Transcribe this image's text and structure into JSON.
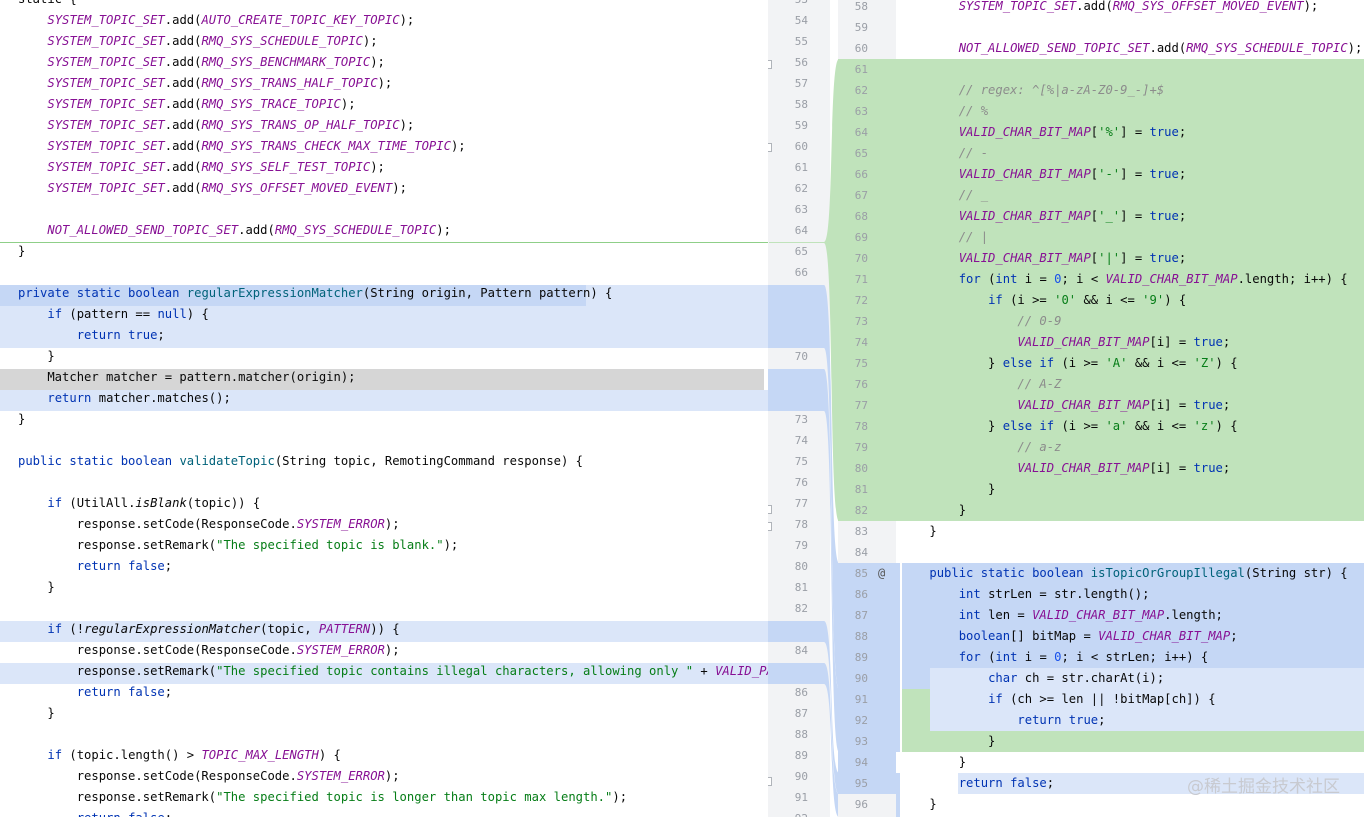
{
  "colors": {
    "added": "#c0e3bb",
    "changed": "#dbe6f9",
    "changed_strong": "#c5d7f5",
    "current_line": "#d6d6d6",
    "gutter": "#f2f3f5"
  },
  "left": {
    "first_number": 53,
    "lines": [
      [
        [
          "plain",
          "static {"
        ]
      ],
      [
        [
          "plain",
          "    "
        ],
        [
          "const",
          "SYSTEM_TOPIC_SET"
        ],
        [
          "plain",
          ".add("
        ],
        [
          "const",
          "AUTO_CREATE_TOPIC_KEY_TOPIC"
        ],
        [
          "plain",
          ");"
        ]
      ],
      [
        [
          "plain",
          "    "
        ],
        [
          "const",
          "SYSTEM_TOPIC_SET"
        ],
        [
          "plain",
          ".add("
        ],
        [
          "const",
          "RMQ_SYS_SCHEDULE_TOPIC"
        ],
        [
          "plain",
          ");"
        ]
      ],
      [
        [
          "plain",
          "    "
        ],
        [
          "const",
          "SYSTEM_TOPIC_SET"
        ],
        [
          "plain",
          ".add("
        ],
        [
          "const",
          "RMQ_SYS_BENCHMARK_TOPIC"
        ],
        [
          "plain",
          ");"
        ]
      ],
      [
        [
          "plain",
          "    "
        ],
        [
          "const",
          "SYSTEM_TOPIC_SET"
        ],
        [
          "plain",
          ".add("
        ],
        [
          "const",
          "RMQ_SYS_TRANS_HALF_TOPIC"
        ],
        [
          "plain",
          ");"
        ]
      ],
      [
        [
          "plain",
          "    "
        ],
        [
          "const",
          "SYSTEM_TOPIC_SET"
        ],
        [
          "plain",
          ".add("
        ],
        [
          "const",
          "RMQ_SYS_TRACE_TOPIC"
        ],
        [
          "plain",
          ");"
        ]
      ],
      [
        [
          "plain",
          "    "
        ],
        [
          "const",
          "SYSTEM_TOPIC_SET"
        ],
        [
          "plain",
          ".add("
        ],
        [
          "const",
          "RMQ_SYS_TRANS_OP_HALF_TOPIC"
        ],
        [
          "plain",
          ");"
        ]
      ],
      [
        [
          "plain",
          "    "
        ],
        [
          "const",
          "SYSTEM_TOPIC_SET"
        ],
        [
          "plain",
          ".add("
        ],
        [
          "const",
          "RMQ_SYS_TRANS_CHECK_MAX_TIME_TOPIC"
        ],
        [
          "plain",
          ");"
        ]
      ],
      [
        [
          "plain",
          "    "
        ],
        [
          "const",
          "SYSTEM_TOPIC_SET"
        ],
        [
          "plain",
          ".add("
        ],
        [
          "const",
          "RMQ_SYS_SELF_TEST_TOPIC"
        ],
        [
          "plain",
          ");"
        ]
      ],
      [
        [
          "plain",
          "    "
        ],
        [
          "const",
          "SYSTEM_TOPIC_SET"
        ],
        [
          "plain",
          ".add("
        ],
        [
          "const",
          "RMQ_SYS_OFFSET_MOVED_EVENT"
        ],
        [
          "plain",
          ");"
        ]
      ],
      [],
      [
        [
          "plain",
          "    "
        ],
        [
          "const",
          "NOT_ALLOWED_SEND_TOPIC_SET"
        ],
        [
          "plain",
          ".add("
        ],
        [
          "const",
          "RMQ_SYS_SCHEDULE_TOPIC"
        ],
        [
          "plain",
          ");"
        ]
      ],
      [
        [
          "plain",
          "}"
        ]
      ],
      [],
      [
        [
          "kw",
          "private static boolean "
        ],
        [
          "fn",
          "regularExpressionMatcher"
        ],
        [
          "plain",
          "(String origin, Pattern pattern) {"
        ]
      ],
      [
        [
          "plain",
          "    "
        ],
        [
          "kw",
          "if "
        ],
        [
          "plain",
          "(pattern == "
        ],
        [
          "kw",
          "null"
        ],
        [
          "plain",
          ") {"
        ]
      ],
      [
        [
          "plain",
          "        "
        ],
        [
          "kw",
          "return true"
        ],
        [
          "plain",
          ";"
        ]
      ],
      [
        [
          "plain",
          "    }"
        ]
      ],
      [
        [
          "plain",
          "    Matcher matcher = pattern.matcher(origin);"
        ]
      ],
      [
        [
          "plain",
          "    "
        ],
        [
          "kw",
          "return "
        ],
        [
          "plain",
          "matcher.matches();"
        ]
      ],
      [
        [
          "plain",
          "}"
        ]
      ],
      [],
      [
        [
          "kw",
          "public static boolean "
        ],
        [
          "fn",
          "validateTopic"
        ],
        [
          "plain",
          "(String topic, RemotingCommand response) {"
        ]
      ],
      [],
      [
        [
          "plain",
          "    "
        ],
        [
          "kw",
          "if "
        ],
        [
          "plain",
          "(UtilAll."
        ],
        [
          "it",
          "isBlank"
        ],
        [
          "plain",
          "(topic)) {"
        ]
      ],
      [
        [
          "plain",
          "        response.setCode(ResponseCode."
        ],
        [
          "const",
          "SYSTEM_ERROR"
        ],
        [
          "plain",
          ");"
        ]
      ],
      [
        [
          "plain",
          "        response.setRemark("
        ],
        [
          "str",
          "\"The specified topic is blank.\""
        ],
        [
          "plain",
          ");"
        ]
      ],
      [
        [
          "plain",
          "        "
        ],
        [
          "kw",
          "return false"
        ],
        [
          "plain",
          ";"
        ]
      ],
      [
        [
          "plain",
          "    }"
        ]
      ],
      [],
      [
        [
          "plain",
          "    "
        ],
        [
          "kw",
          "if "
        ],
        [
          "plain",
          "(!"
        ],
        [
          "it",
          "regularExpressionMatcher"
        ],
        [
          "plain",
          "(topic, "
        ],
        [
          "const",
          "PATTERN"
        ],
        [
          "plain",
          ")) {"
        ]
      ],
      [
        [
          "plain",
          "        response.setCode(ResponseCode."
        ],
        [
          "const",
          "SYSTEM_ERROR"
        ],
        [
          "plain",
          ");"
        ]
      ],
      [
        [
          "plain",
          "        response.setRemark("
        ],
        [
          "str",
          "\"The specified topic contains illegal characters, allowing only \""
        ],
        [
          "plain",
          " + "
        ],
        [
          "const",
          "VALID_PATTERN_STR"
        ],
        [
          "plain",
          ");"
        ]
      ],
      [
        [
          "plain",
          "        "
        ],
        [
          "kw",
          "return false"
        ],
        [
          "plain",
          ";"
        ]
      ],
      [
        [
          "plain",
          "    }"
        ]
      ],
      [],
      [
        [
          "plain",
          "    "
        ],
        [
          "kw",
          "if "
        ],
        [
          "plain",
          "(topic.length() > "
        ],
        [
          "const",
          "TOPIC_MAX_LENGTH"
        ],
        [
          "plain",
          ") {"
        ]
      ],
      [
        [
          "plain",
          "        response.setCode(ResponseCode."
        ],
        [
          "const",
          "SYSTEM_ERROR"
        ],
        [
          "plain",
          ");"
        ]
      ],
      [
        [
          "plain",
          "        response.setRemark("
        ],
        [
          "str",
          "\"The specified topic is longer than topic max length.\""
        ],
        [
          "plain",
          ");"
        ]
      ],
      [
        [
          "plain",
          "        "
        ],
        [
          "kw",
          "return false"
        ],
        [
          "plain",
          ";"
        ]
      ]
    ]
  },
  "right": {
    "first_number": 58,
    "lines": [
      [
        [
          "plain",
          "        "
        ],
        [
          "const",
          "SYSTEM_TOPIC_SET"
        ],
        [
          "plain",
          ".add("
        ],
        [
          "const",
          "RMQ_SYS_OFFSET_MOVED_EVENT"
        ],
        [
          "plain",
          ");"
        ]
      ],
      [],
      [
        [
          "plain",
          "        "
        ],
        [
          "const",
          "NOT_ALLOWED_SEND_TOPIC_SET"
        ],
        [
          "plain",
          ".add("
        ],
        [
          "const",
          "RMQ_SYS_SCHEDULE_TOPIC"
        ],
        [
          "plain",
          ");"
        ]
      ],
      [],
      [
        [
          "comment",
          "        // regex: ^[%|a-zA-Z0-9_-]+$"
        ]
      ],
      [
        [
          "comment",
          "        // %"
        ]
      ],
      [
        [
          "plain",
          "        "
        ],
        [
          "const",
          "VALID_CHAR_BIT_MAP"
        ],
        [
          "plain",
          "["
        ],
        [
          "str",
          "'%'"
        ],
        [
          "plain",
          "] = "
        ],
        [
          "kw",
          "true"
        ],
        [
          "plain",
          ";"
        ]
      ],
      [
        [
          "comment",
          "        // -"
        ]
      ],
      [
        [
          "plain",
          "        "
        ],
        [
          "const",
          "VALID_CHAR_BIT_MAP"
        ],
        [
          "plain",
          "["
        ],
        [
          "str",
          "'-'"
        ],
        [
          "plain",
          "] = "
        ],
        [
          "kw",
          "true"
        ],
        [
          "plain",
          ";"
        ]
      ],
      [
        [
          "comment",
          "        // _"
        ]
      ],
      [
        [
          "plain",
          "        "
        ],
        [
          "const",
          "VALID_CHAR_BIT_MAP"
        ],
        [
          "plain",
          "["
        ],
        [
          "str",
          "'_'"
        ],
        [
          "plain",
          "] = "
        ],
        [
          "kw",
          "true"
        ],
        [
          "plain",
          ";"
        ]
      ],
      [
        [
          "comment",
          "        // |"
        ]
      ],
      [
        [
          "plain",
          "        "
        ],
        [
          "const",
          "VALID_CHAR_BIT_MAP"
        ],
        [
          "plain",
          "["
        ],
        [
          "str",
          "'|'"
        ],
        [
          "plain",
          "] = "
        ],
        [
          "kw",
          "true"
        ],
        [
          "plain",
          ";"
        ]
      ],
      [
        [
          "plain",
          "        "
        ],
        [
          "kw",
          "for "
        ],
        [
          "plain",
          "("
        ],
        [
          "kw",
          "int "
        ],
        [
          "plain",
          "i = "
        ],
        [
          "num",
          "0"
        ],
        [
          "plain",
          "; i < "
        ],
        [
          "const",
          "VALID_CHAR_BIT_MAP"
        ],
        [
          "plain",
          ".length; i++) {"
        ]
      ],
      [
        [
          "plain",
          "            "
        ],
        [
          "kw",
          "if "
        ],
        [
          "plain",
          "(i >= "
        ],
        [
          "str",
          "'0'"
        ],
        [
          "plain",
          " && i <= "
        ],
        [
          "str",
          "'9'"
        ],
        [
          "plain",
          ") {"
        ]
      ],
      [
        [
          "comment",
          "                // 0-9"
        ]
      ],
      [
        [
          "plain",
          "                "
        ],
        [
          "const",
          "VALID_CHAR_BIT_MAP"
        ],
        [
          "plain",
          "[i] = "
        ],
        [
          "kw",
          "true"
        ],
        [
          "plain",
          ";"
        ]
      ],
      [
        [
          "plain",
          "            } "
        ],
        [
          "kw",
          "else if "
        ],
        [
          "plain",
          "(i >= "
        ],
        [
          "str",
          "'A'"
        ],
        [
          "plain",
          " && i <= "
        ],
        [
          "str",
          "'Z'"
        ],
        [
          "plain",
          ") {"
        ]
      ],
      [
        [
          "comment",
          "                // A-Z"
        ]
      ],
      [
        [
          "plain",
          "                "
        ],
        [
          "const",
          "VALID_CHAR_BIT_MAP"
        ],
        [
          "plain",
          "[i] = "
        ],
        [
          "kw",
          "true"
        ],
        [
          "plain",
          ";"
        ]
      ],
      [
        [
          "plain",
          "            } "
        ],
        [
          "kw",
          "else if "
        ],
        [
          "plain",
          "(i >= "
        ],
        [
          "str",
          "'a'"
        ],
        [
          "plain",
          " && i <= "
        ],
        [
          "str",
          "'z'"
        ],
        [
          "plain",
          ") {"
        ]
      ],
      [
        [
          "comment",
          "                // a-z"
        ]
      ],
      [
        [
          "plain",
          "                "
        ],
        [
          "const",
          "VALID_CHAR_BIT_MAP"
        ],
        [
          "plain",
          "[i] = "
        ],
        [
          "kw",
          "true"
        ],
        [
          "plain",
          ";"
        ]
      ],
      [
        [
          "plain",
          "            }"
        ]
      ],
      [
        [
          "plain",
          "        }"
        ]
      ],
      [
        [
          "plain",
          "    }"
        ]
      ],
      [],
      [
        [
          "plain",
          "    "
        ],
        [
          "kw",
          "public static boolean "
        ],
        [
          "fn",
          "isTopicOrGroupIllegal"
        ],
        [
          "plain",
          "(String str) {"
        ]
      ],
      [
        [
          "plain",
          "        "
        ],
        [
          "kw",
          "int "
        ],
        [
          "plain",
          "strLen = str.length();"
        ]
      ],
      [
        [
          "plain",
          "        "
        ],
        [
          "kw",
          "int "
        ],
        [
          "plain",
          "len = "
        ],
        [
          "const",
          "VALID_CHAR_BIT_MAP"
        ],
        [
          "plain",
          ".length;"
        ]
      ],
      [
        [
          "plain",
          "        "
        ],
        [
          "kw",
          "boolean"
        ],
        [
          "plain",
          "[] bitMap = "
        ],
        [
          "const",
          "VALID_CHAR_BIT_MAP"
        ],
        [
          "plain",
          ";"
        ]
      ],
      [
        [
          "plain",
          "        "
        ],
        [
          "kw",
          "for "
        ],
        [
          "plain",
          "("
        ],
        [
          "kw",
          "int "
        ],
        [
          "plain",
          "i = "
        ],
        [
          "num",
          "0"
        ],
        [
          "plain",
          "; i < strLen; i++) {"
        ]
      ],
      [
        [
          "plain",
          "            "
        ],
        [
          "kw",
          "char "
        ],
        [
          "plain",
          "ch = str.charAt(i);"
        ]
      ],
      [
        [
          "plain",
          "            "
        ],
        [
          "kw",
          "if "
        ],
        [
          "plain",
          "(ch >= len || !bitMap[ch]) {"
        ]
      ],
      [
        [
          "plain",
          "                "
        ],
        [
          "kw",
          "return true"
        ],
        [
          "plain",
          ";"
        ]
      ],
      [
        [
          "plain",
          "            }"
        ]
      ],
      [
        [
          "plain",
          "        }"
        ]
      ],
      [
        [
          "plain",
          "        "
        ],
        [
          "kw",
          "return false"
        ],
        [
          "plain",
          ";"
        ]
      ],
      [
        [
          "plain",
          "    }"
        ]
      ]
    ]
  },
  "right_gutter_annotation": "@",
  "watermark": "@稀土掘金技术社区"
}
